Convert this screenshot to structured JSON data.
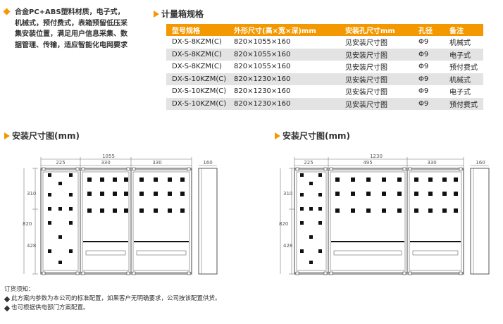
{
  "description": {
    "text": "合金PC+ABS塑料材质，电子式，机械式，预付费式，表箱预留低压采集安装位置，满足用户信息采集、数据管理、传输，适应智能化电网要求"
  },
  "spec_section": {
    "title": "计量箱规格",
    "headers": [
      "型号规格",
      "外形尺寸(高×宽×深)mm",
      "安装孔尺寸mm",
      "孔径",
      "备注"
    ],
    "rows": [
      [
        "DX-S-8KZM(C)",
        "820×1055×160",
        "见安装尺寸图",
        "Φ9",
        "机械式"
      ],
      [
        "DX-S-8KZM(C)",
        "820×1055×160",
        "见安装尺寸图",
        "Φ9",
        "电子式"
      ],
      [
        "DX-S-8KZM(C)",
        "820×1055×160",
        "见安装尺寸图",
        "Φ9",
        "预付费式"
      ],
      [
        "DX-S-10KZM(C)",
        "820×1230×160",
        "见安装尺寸图",
        "Φ9",
        "机械式"
      ],
      [
        "DX-S-10KZM(C)",
        "820×1230×160",
        "见安装尺寸图",
        "Φ9",
        "电子式"
      ],
      [
        "DX-S-10KZM(C)",
        "820×1230×160",
        "见安装尺寸图",
        "Φ9",
        "预付费式"
      ]
    ]
  },
  "install_left": {
    "title": "安装尺寸图(mm)",
    "width": "1055",
    "col_widths": [
      "225",
      "330",
      "330"
    ],
    "depth": "160",
    "height": "820",
    "upper": "310",
    "lower": "428"
  },
  "install_right": {
    "title": "安装尺寸图(mm)",
    "width": "1230",
    "col_widths": [
      "225",
      "495",
      "330"
    ],
    "depth": "160",
    "height": "820",
    "upper": "310",
    "lower": "428"
  },
  "notes": {
    "title": "订货须知：",
    "items": [
      "此方案内参数为本公司的标准配置，如果客户无明确要求，公司按该配置供货。",
      "也可根据供电部门方案配置。"
    ]
  },
  "colors": {
    "accent": "#f39800",
    "row_alt": "#e3e3e3"
  }
}
